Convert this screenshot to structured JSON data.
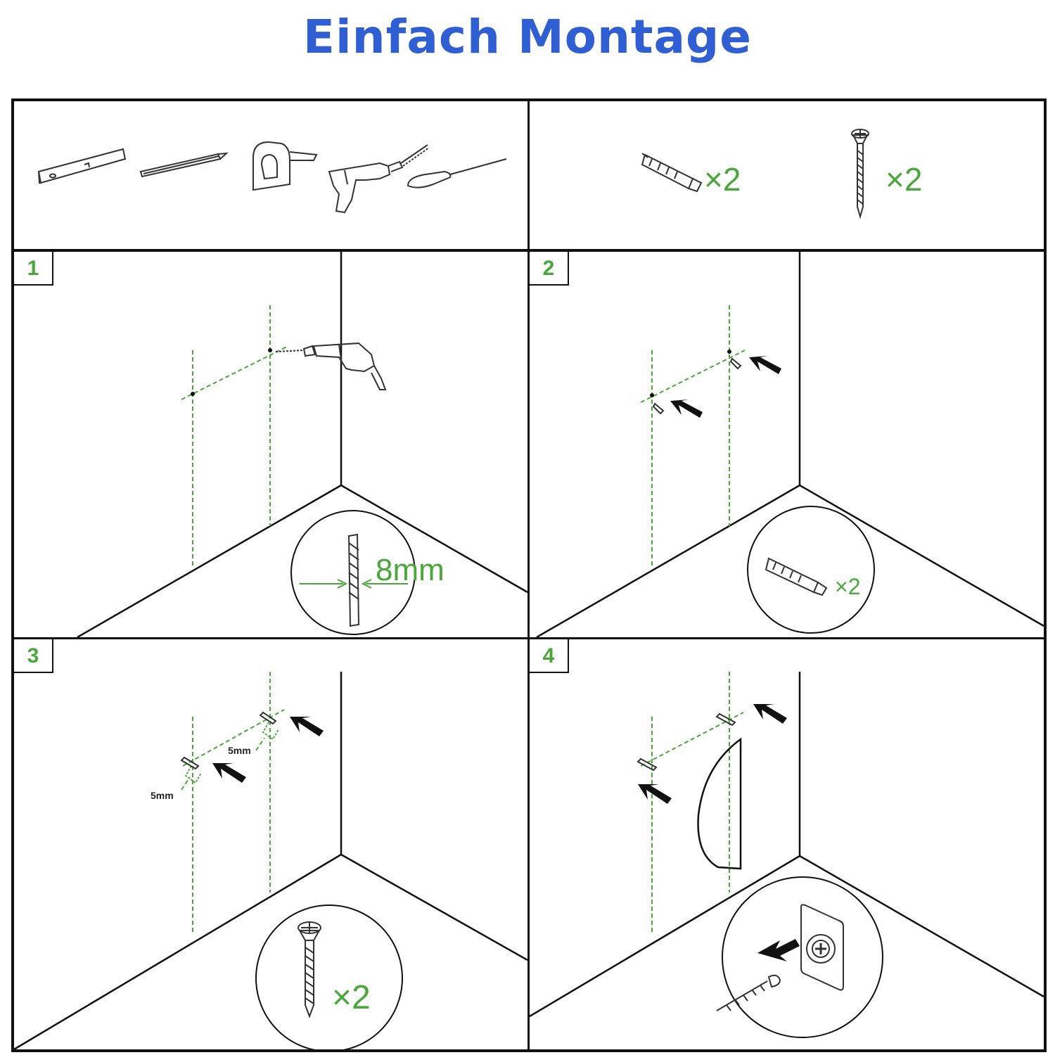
{
  "title": "Einfach Montage",
  "accent_color": "#2f5fd3",
  "label_color": "#4aa83a",
  "tools": [
    "spirit-level-icon",
    "pencil-icon",
    "tape-measure-icon",
    "drill-icon",
    "awl-icon"
  ],
  "parts": [
    {
      "icon": "wall-plug-icon",
      "qty": "×2"
    },
    {
      "icon": "screw-icon",
      "qty": "×2"
    }
  ],
  "steps": [
    {
      "number": "1",
      "detail_label": "8mm"
    },
    {
      "number": "2",
      "detail_label": "×2"
    },
    {
      "number": "3",
      "offset_label_1": "5mm",
      "offset_label_2": "5mm",
      "detail_label": "×2"
    },
    {
      "number": "4"
    }
  ]
}
